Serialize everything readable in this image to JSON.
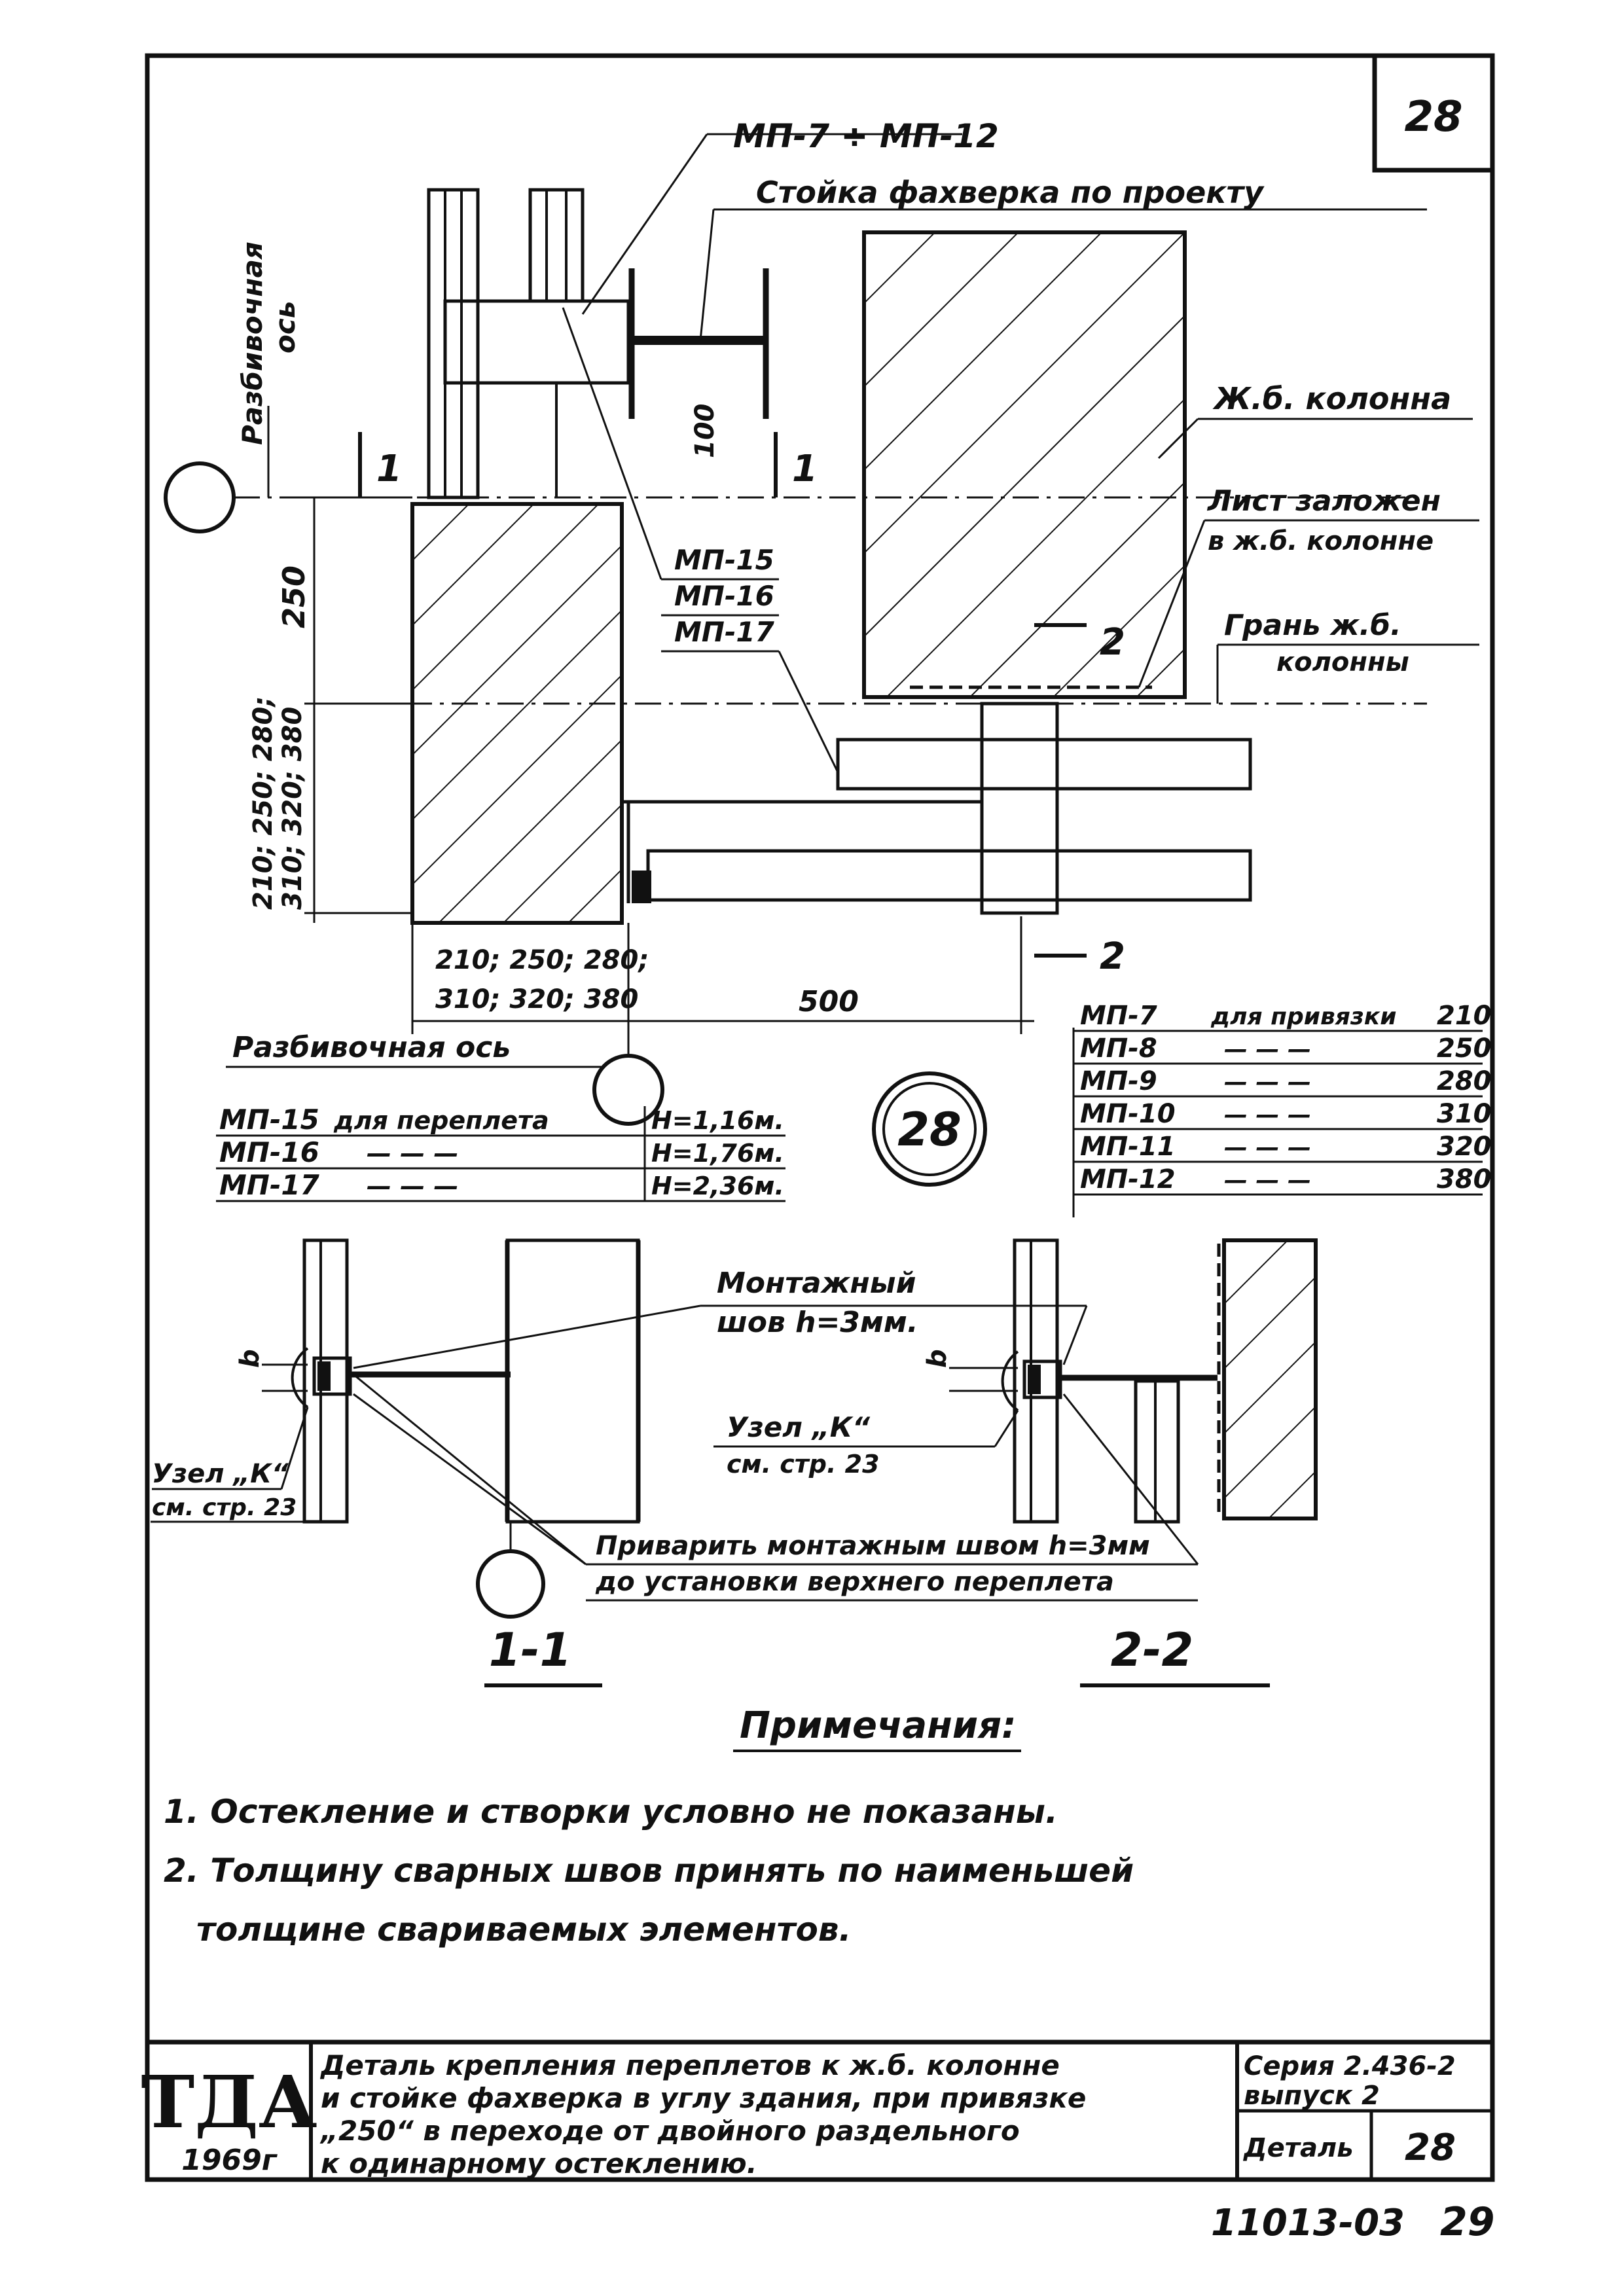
{
  "sheet_number": "28",
  "callout_circle_label": "28",
  "labels": {
    "mp_range": "МП-7 ÷ МП-12",
    "facade_post": "Стойка фахверка по проекту",
    "rc_column": "Ж.б. колонна",
    "embedded_plate_1": "Лист заложен",
    "embedded_plate_2": "в ж.б. колонне",
    "column_face_1": "Грань ж.б.",
    "column_face_2": "колонны",
    "alignment_axis_vertical_1": "Разбивочная",
    "alignment_axis_vertical_2": "ось",
    "alignment_axis_bottom": "Разбивочная ось",
    "mp15": "МП-15",
    "mp16": "МП-16",
    "mp17": "МП-17",
    "section_1_mark": "1",
    "section_2_mark": "2",
    "dim_100": "100",
    "dim_250": "250",
    "dim_vertical_list_1": "210; 250; 280;",
    "dim_vertical_list_2": "310; 320; 380",
    "dim_bottom_list_1": "210; 250; 280;",
    "dim_bottom_list_2": "310; 320; 380",
    "dim_500": "500",
    "b_mark": "b",
    "weld_note_1": "Монтажный",
    "weld_note_2": "шов h=3мм.",
    "node_k_1": "Узел „К“",
    "node_k_2": "см. стр. 23",
    "weld_instruction_1": "Приварить монтажным швом h=3мм",
    "weld_instruction_2": "до установки верхнего переплета",
    "section_1_1": "1-1",
    "section_2_2": "2-2"
  },
  "table_left": [
    {
      "mark": "МП-15",
      "text": "для переплета",
      "value": "H=1,16м."
    },
    {
      "mark": "МП-16",
      "text": "— — —",
      "value": "H=1,76м."
    },
    {
      "mark": "МП-17",
      "text": "— — —",
      "value": "H=2,36м."
    }
  ],
  "table_right": [
    {
      "mark": "МП-7",
      "text": "для привязки",
      "value": "210"
    },
    {
      "mark": "МП-8",
      "text": "— — —",
      "value": "250"
    },
    {
      "mark": "МП-9",
      "text": "— — —",
      "value": "280"
    },
    {
      "mark": "МП-10",
      "text": "— — —",
      "value": "310"
    },
    {
      "mark": "МП-11",
      "text": "— — —",
      "value": "320"
    },
    {
      "mark": "МП-12",
      "text": "— — —",
      "value": "380"
    }
  ],
  "notes": {
    "heading": "Примечания:",
    "items": [
      "1. Остекление и створки условно не показаны.",
      "2. Толщину сварных швов принять по наименьшей",
      "толщине свариваемых элементов."
    ]
  },
  "title_block": {
    "org": "ТДА",
    "year": "1969г",
    "description_lines": [
      "Деталь крепления переплетов к ж.б. колонне",
      "и стойке фахверка в углу здания, при привязке",
      "„250“ в переходе от двойного раздельного",
      "к одинарному остеклению."
    ],
    "series_label": "Серия 2.436-2",
    "issue_label": "выпуск 2",
    "detail_label": "Деталь",
    "detail_number": "28"
  },
  "footer": {
    "code": "11013-03",
    "page": "29"
  }
}
